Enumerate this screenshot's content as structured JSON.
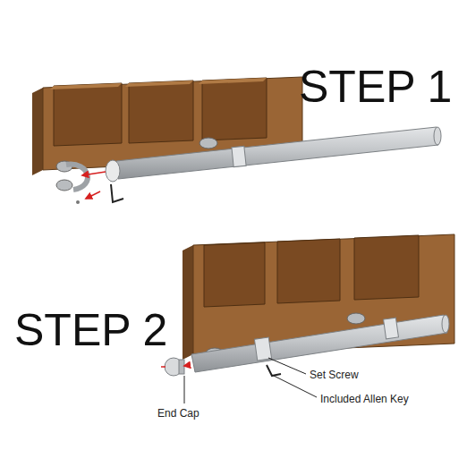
{
  "diagram": {
    "labels": [
      "STEP 1",
      "STEP 2",
      "Set Screw",
      "Included Allen Key",
      "End Cap"
    ]
  }
}
